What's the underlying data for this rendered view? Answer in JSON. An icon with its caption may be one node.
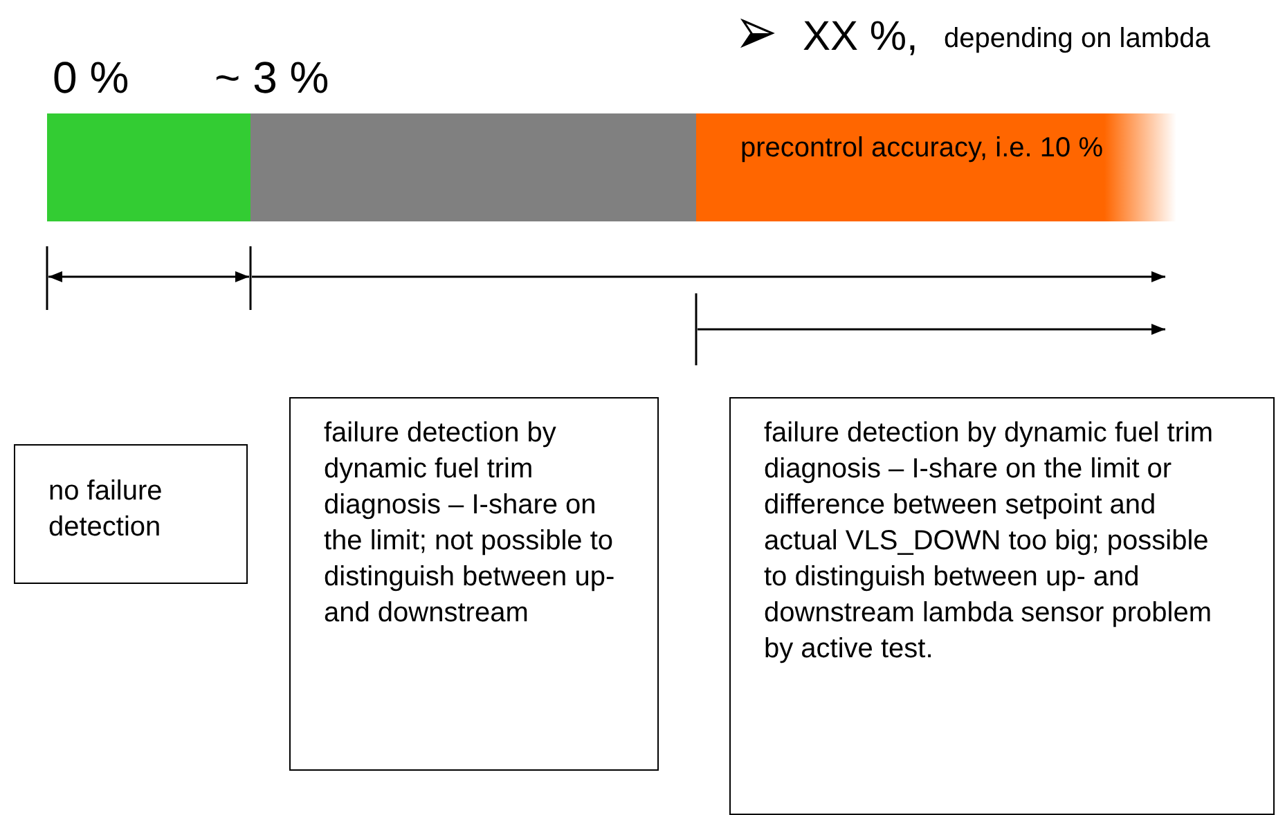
{
  "diagram": {
    "nodes": [
      {
        "text": [
          "no failure detection"
        ]
      },
      {
        "text": [
          "failure detection by dynamic fuel trim diagnosis – I-share on the limit; not possible to distinguish between up- and downstream"
        ]
      },
      {
        "text": [
          "failure detection by dynamic fuel trim diagnosis – I-share on the limit or difference between setpoint and actual VLS_DOWN too big; possible to distinguish between up- and downstream lambda sensor problem by active test."
        ]
      }
    ],
    "edges": [],
    "labels": [
      "XX %,",
      "depending on lambda",
      "0 %",
      "~ 3 %",
      "precontrol accuracy, i.e. 10 %"
    ]
  }
}
